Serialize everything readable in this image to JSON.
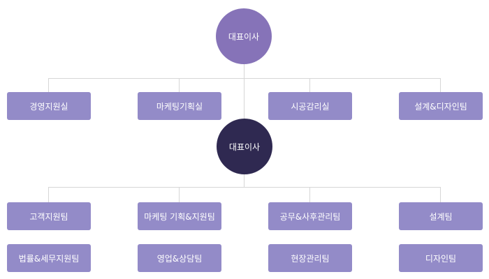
{
  "top": {
    "ceo_label": "대표이사"
  },
  "row1": [
    "경영지원실",
    "마케팅기획실",
    "시공감리실",
    "설계&디자인팀"
  ],
  "second": {
    "ceo_label": "대표이사"
  },
  "row2": [
    "고객지원팀",
    "마케팅 기획&지원팀",
    "공무&사후관리팀",
    "설계팀"
  ],
  "row3": [
    "법률&세무지원팀",
    "영업&상담팀",
    "현장관리팀",
    "디자인팀"
  ],
  "colors": {
    "top_circle": "#8673b8",
    "second_circle": "#2f2951",
    "box": "#938bc8",
    "connector": "#d6d6d6"
  }
}
